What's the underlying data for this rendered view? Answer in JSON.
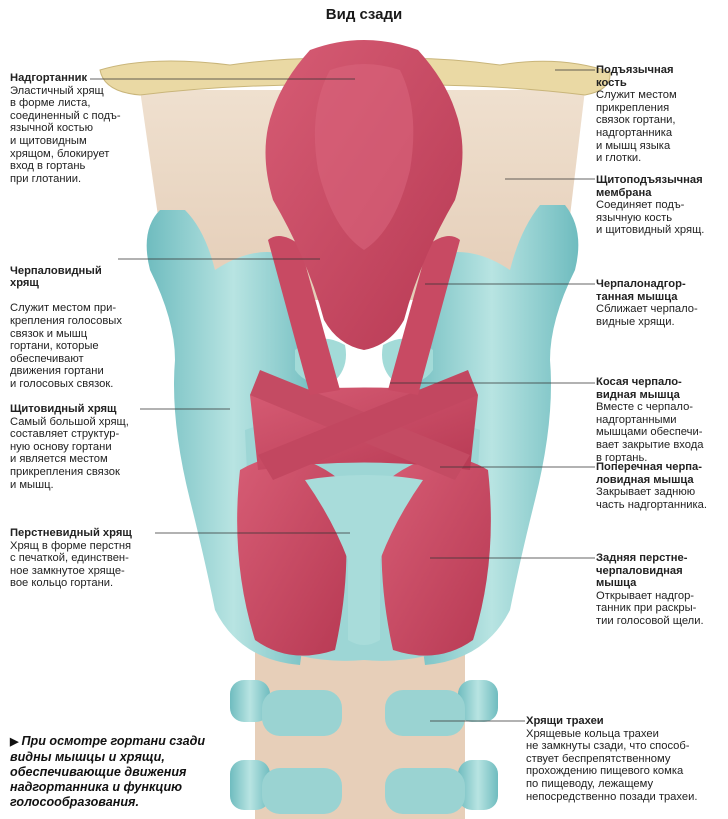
{
  "title": "Вид сзади",
  "labels": {
    "epiglottis": {
      "heading": "Надгортанник",
      "desc": "Эластичный хрящ\nв форме листа,\nсоединенный с подъ-\nязычной костью\nи щитовидным\nхрящом, блокирует\nвход в гортань\nпри глотании."
    },
    "arytenoid": {
      "heading": "Черпаловидный\nхрящ",
      "desc": "Служит местом при-\nкрепления голосовых\nсвязок и мышц\nгортани, которые\nобеспечивают\nдвижения гортани\nи голосовых связок."
    },
    "thyroid": {
      "heading": "Щитовидный хрящ",
      "desc": "Самый большой хрящ,\nсоставляет структур-\nную основу гортани\nи является местом\nприкрепления связок\nи мышц."
    },
    "cricoid": {
      "heading": "Перстневидный хрящ",
      "desc": "Хрящ в форме перстня\nс печаткой, единствен-\nное замкнутое хряще-\nвое кольцо гортани."
    },
    "hyoid": {
      "heading": "Подъязычная\nкость",
      "desc": "Служит местом\nприкрепления\nсвязок гортани,\nнадгортанника\nи мышц языка\nи глотки."
    },
    "thyrohyoid": {
      "heading": "Щитоподъязычная\nмембрана",
      "desc": "Соединяет подъ-\nязычную кость\nи щитовидный хрящ."
    },
    "aryepiglottic": {
      "heading": "Черпалонадгор-\nтанная мышца",
      "desc": "Сближает черпало-\nвидные хрящи."
    },
    "oblique": {
      "heading": "Косая черпало-\nвидная мышца",
      "desc": "Вместе с черпало-\nнадгортанными\nмышцами обеспечи-\nвает закрытие входа\nв гортань."
    },
    "transverse": {
      "heading": "Поперечная черпа-\nловидная мышца",
      "desc": "Закрывает заднюю\nчасть надгортанника."
    },
    "posterior": {
      "heading": "Задняя перстне-\nчерпаловидная\nмышца",
      "desc": "Открывает надгор-\nтанник при раскры-\nтии голосовой щели."
    },
    "trachea": {
      "heading": "Хрящи трахеи",
      "desc": "Хрящевые кольца трахеи\nне замкнуты сзади, что способ-\nствует беспрепятственному\nпрохождению пищевого комка\nпо пищеводу, лежащему\nнепосредственно позади трахеи."
    }
  },
  "note": {
    "arrow": "▶",
    "text": "При осмотре гортани сзади\nвидны мышцы и хрящи,\nобеспечивающие движения\nнадгортанника и функцию\nголосообразования."
  },
  "colors": {
    "muscle": "#c9475f",
    "cartilage": "#8fcfcf",
    "bone": "#e9d9a6",
    "membrane": "#ead8c6"
  }
}
